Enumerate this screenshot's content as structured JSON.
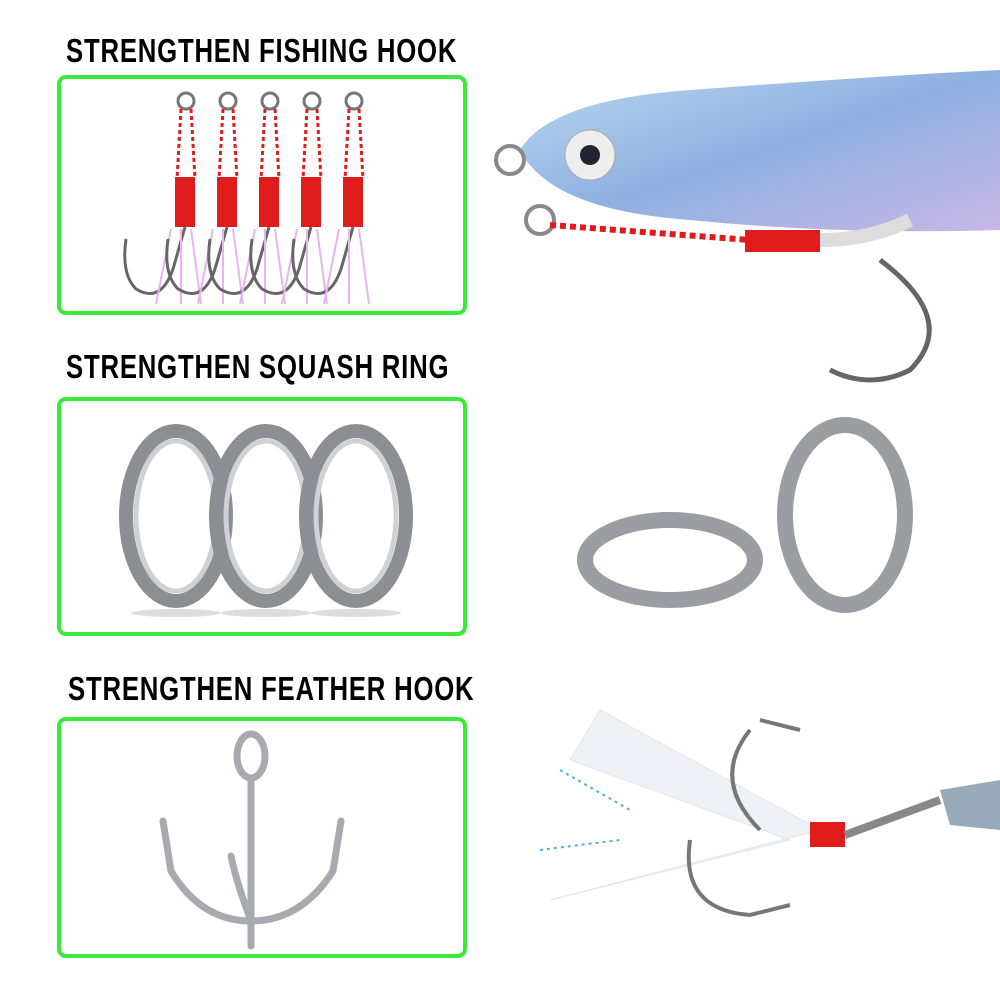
{
  "sections": [
    {
      "title": "STRENGTHEN FISHING HOOK",
      "icon": "assist-hook"
    },
    {
      "title": "STRENGTHEN SQUASH RING",
      "icon": "split-ring"
    },
    {
      "title": "STRENGTHEN FEATHER HOOK",
      "icon": "treble-hook"
    }
  ],
  "colors": {
    "border": "#3de83d",
    "thread": "#e01b1b",
    "metal": "#9a9ea3"
  }
}
